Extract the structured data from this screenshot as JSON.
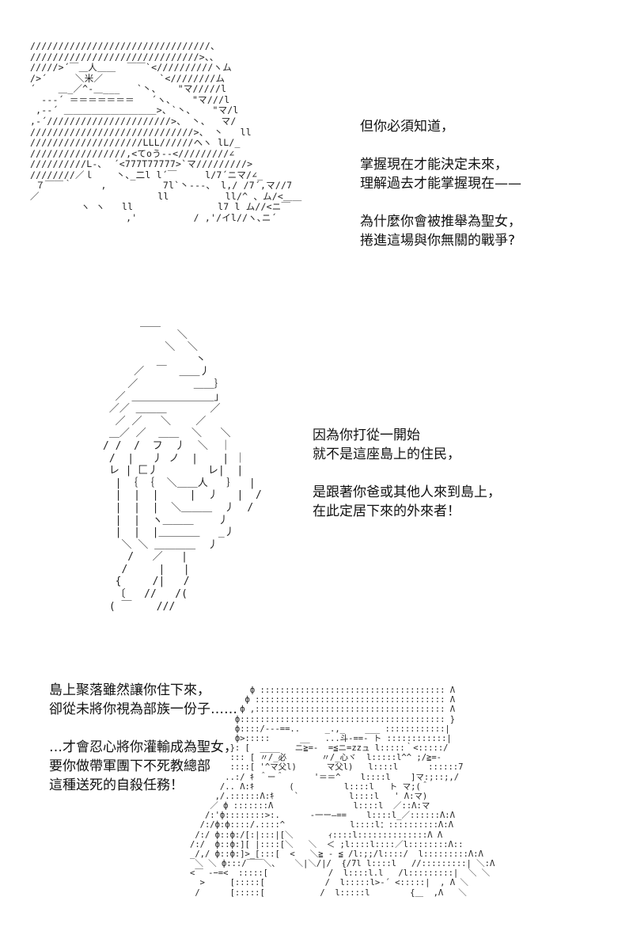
{
  "panels": [
    {
      "art": "////////////////////////////////、\n//////////////////////////////>、、\n/////>´￣＿人＿＿  ￣￣`<//////////ヽム\n/>´     ＼米／          `<////////ム\n´    ＿_／^‐＿___   `丶、   \"マ/////l\n  ‐-‐´ ＝＝＝＝＝＝＝   ´ヽ、   \"マ///l\n ,-‐´ ＿＿＿＿＿＿＿＿＿＿>、`丶、   \"マ/l\n,-´//////////////////////>、 丶、  マ/\n/////////////////////////////>、 丶   ll\n////////////////////LLL//////ヘヽ lL/_\n/////////////////,<てoう--</////////∠\n//////////L-､  ´<777T77777>`マ/////////>\n////////／ｌ    丶､_二l l´￣     l/7´ニマ/∠_\n ７￣￣｀     ,          7l`丶---、 l,/ /7´,マ//7\n／                     ll          ll/^ 、ム/<＿＿\n         ヽ ヽ   ll               l7 l ム//<ニ￣\n                 ,'          / ,'/イl//ヽ､ニ´",
      "lines": [
        "但你必須知道，",
        "",
        "掌握現在才能決定未來，",
        "理解過去才能掌握現在——",
        "",
        "為什麼你會被推舉為聖女，",
        "捲進這場與你無關的戰爭?"
      ]
    },
    {
      "art": "      ＿＿\n            ＼\n          ＼  ＼\n               丶\n     ／  ￣  ＿＿丿\n    ／         ＿＿｝\n  ／ ＿＿＿＿＿＿＿＿」\n ／／ ＿＿＿       ／\n  ／ ／   ＼    ／\n ＿／ ／  ＿＿  ＼   ＼\n/ /  /  フ  丿  ＼  ｜\n /  |   丿 ノ  |    | ｜\n レ | 匚丿        レ|  |\n  | ｛ ｛  ＼＿＿人   ｝  |\n  |  |  |     |  丿   |  /\n  |  |  |  ＼＿＿＿  丿  /\n  |  |  ヽ＿＿＿    丿\n  |  |  |＿＿＿＿   _丿\n   ＼ ＼ ＿＿＿＿  丿\n    /   ／   |\n   /     |   |\n  {     /|   /\n  〔   //   /(\n ( ￣    ///",
      "lines": [
        "因為你打從一開始",
        "就不是這座島上的住民，",
        "",
        "是跟著你爸或其他人來到島上，",
        "在此定居下來的外來者！"
      ]
    },
    {
      "art": "            ф ::::::::::::::::::::::::::::::::::::: Λ\n           ф :::::::::::::::::::::::::::::::::::::: Λ\n          ф ,:::::::::::::::::::::::::::::::::::::: Λ\n         ф::::::::::::::::::::::::::::::::::::::::: }\n         ф::::/---==..     _.,_    ___ ::::::::::::|\n         ф>:::::      __   ...斗-==‐ ト ::::::::::::|\n        }: [  ____   ニ≧=-  =≦ニ=zzュ l:::::｀<:::::/\n        ::: [ 〃/_必       〃/_心ヾ  l:::::l^^ ;/≧=-\n        ::::[ '^マ父l)      マ父l)   l::::l      ::::::7\n       ..:/ ｷ ＾ー＾      '＝＝^    l::::l    ]マ:;::;,/\n      /.. Λ:ｷ       (          l::::l   ト マ;(＾\n     ,/.::::::Λ:ｷ    `          l::::l   ' Λ:マ)\n    ／ ф :::::::Λ                l::::l  ／::Λ:マ\n   /:'ф::::::::>:.      ‐一ー―==    l::::l_／::::::Λ:Λ\n  /:/ф:ф::::/.::::^             l::::l：::::::::::Λ:Λ\n /:/ ф::ф:/[:|:::|[＼       ｨ::::l::::::::::::::Λ Λ\n/:/  ф::ф:][ |::::[＼   ＼  ＜ ;l::::l::::／l::::::::Λ::\n_/,/ ф::ф:]>_[:::[  <   ＼≧ - ≦ /l:;;/l::::/  l:::::::::Λ:Λ\n ＼ ＼ ф:::/￣￣＼、   ＼|＼/|/  {/7l l::::l   //:::::::::| ＼:Λ\n<￣ -−=<  :::::[            /  l::::l.l   /l:::::::::|  ＼ ＼\n  >     [:::::[            /  l:::::l>‐´ <:::::|  , Λ ＼\n /      [:::::[           /  l:::::l        {＿  ,Λ   ＼",
      "lines": [
        "島上聚落雖然讓你住下來，",
        "卻從未將你視為部族一份子……",
        "",
        "…才會忍心將你灌輸成為聖女，",
        "要你做帶軍團下不死教總部",
        "這種送死的自殺任務！"
      ]
    }
  ]
}
